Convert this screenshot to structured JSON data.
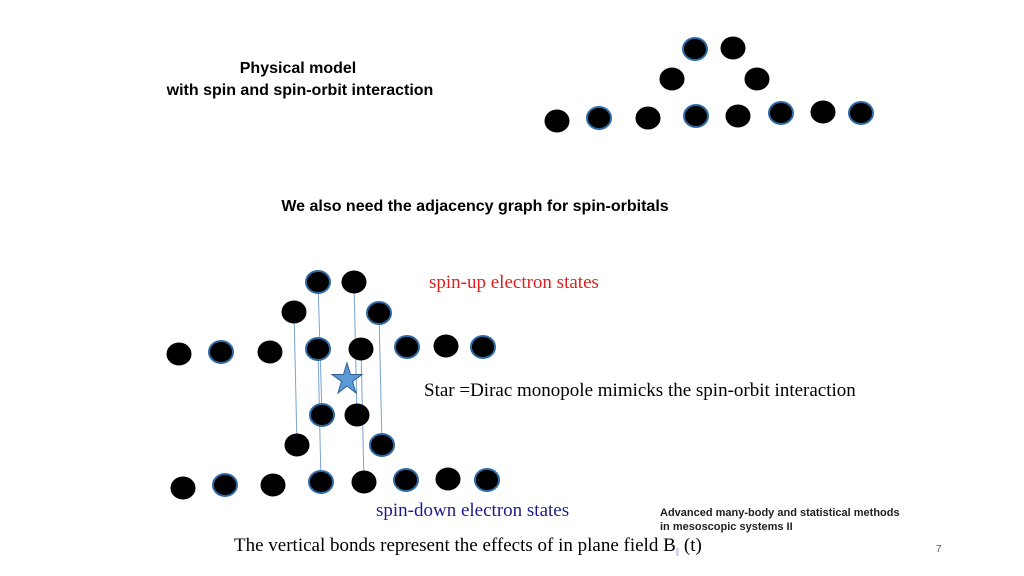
{
  "title": {
    "line1": "Physical model",
    "line2": "with spin and spin-orbit interaction"
  },
  "heading": "We also need the adjacency graph  for  spin-orbitals",
  "labels": {
    "spin_up": "spin-up electron states",
    "star": "Star =Dirac monopole mimicks the spin-orbit interaction",
    "spin_down": "spin-down electron states"
  },
  "caption": {
    "text": "The vertical bonds represent the effects of in plane field B",
    "subscript": "ǁ",
    "suffix": " (t)"
  },
  "footer": "Advanced many-body and statistical methods in mesoscopic systems II",
  "page_number": "7",
  "colors": {
    "node_fill": "#000000",
    "node_outline": "#2e6aa6",
    "bond_line": "#7aa3cf",
    "star_fill": "#5b9bd5",
    "spin_up_label": "#e0201e",
    "spin_down_label": "#1c1c8c",
    "star_label": "#000000"
  },
  "icons": {
    "star": "star-icon"
  }
}
